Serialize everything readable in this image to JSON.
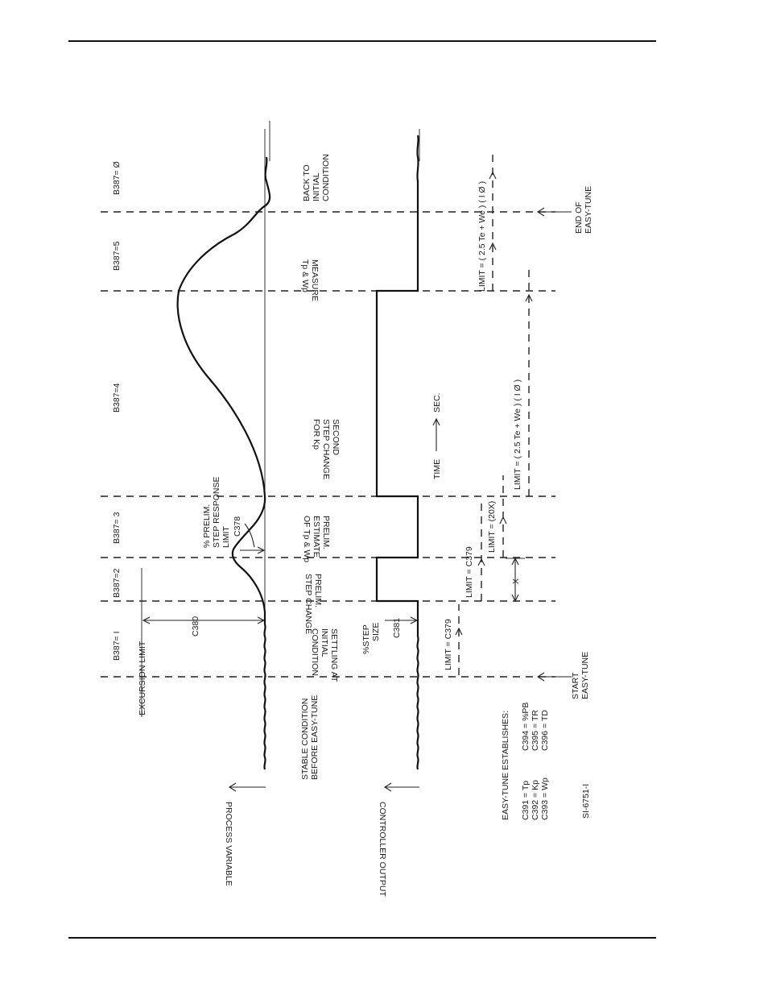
{
  "figure_id": "SI-6751-I",
  "stages": {
    "b1": "B387= I",
    "b2": "B387=2",
    "b3": "B387= 3",
    "b4": "B387=4",
    "b5": "B387=5",
    "b0": "B387= Ø"
  },
  "axis_labels": {
    "process_variable": "PROCESS VARIABLE",
    "controller_output": "CONTROLLER OUTPUT",
    "time": "TIME",
    "time_unit": "SEC."
  },
  "annotations": {
    "excursion_limit": "EXCURSION LIMIT",
    "c380": "C380",
    "c378": "C378",
    "prelim_limit": [
      "% PRELIM.",
      "STEP RESPONSE",
      "LIMIT"
    ],
    "stable": [
      "STABLE CONDITION",
      "BEFORE EASY-TUNE"
    ],
    "settling": [
      "SETTLING AT",
      "INITIAL",
      "CONDITION"
    ],
    "prelim_step": [
      "PRELIM.",
      "STEP CHANGE"
    ],
    "prelim_estimate": [
      "PRELIM.",
      "ESTIMATE",
      "OF Tp & Wp"
    ],
    "second_step": [
      "SECOND",
      "STEP CHANGE",
      "FOR Kp"
    ],
    "measure": [
      "MEASURE",
      "Tp & Wp"
    ],
    "back": [
      "BACK TO",
      "INITIAL",
      "CONDITION"
    ],
    "step_size": [
      "%STEP",
      "SIZE"
    ],
    "c381": "C381",
    "limit_c379_a": "LIMIT = C379",
    "limit_c379_b": "LIMIT = C379",
    "x_label": "X",
    "limit_20x": "LIMIT = (20X)",
    "limit_a": "LIMIT = ( 2.5 Te + We ) ( I Ø )",
    "limit_b": "LIMIT = ( 2.5 Te + We ) ( I Ø )",
    "start": [
      "START",
      "EASY-TUNE"
    ],
    "end": [
      "END OF",
      "EASY-TUNE"
    ]
  },
  "legend": {
    "title": "EASY-TUNE ESTABLISHES:",
    "left": [
      "C391 = Tp",
      "C392 = Kp",
      "C393 = Wp"
    ],
    "right": [
      "C394 = %PB",
      "C395 = TR",
      "C396 = TD"
    ]
  }
}
